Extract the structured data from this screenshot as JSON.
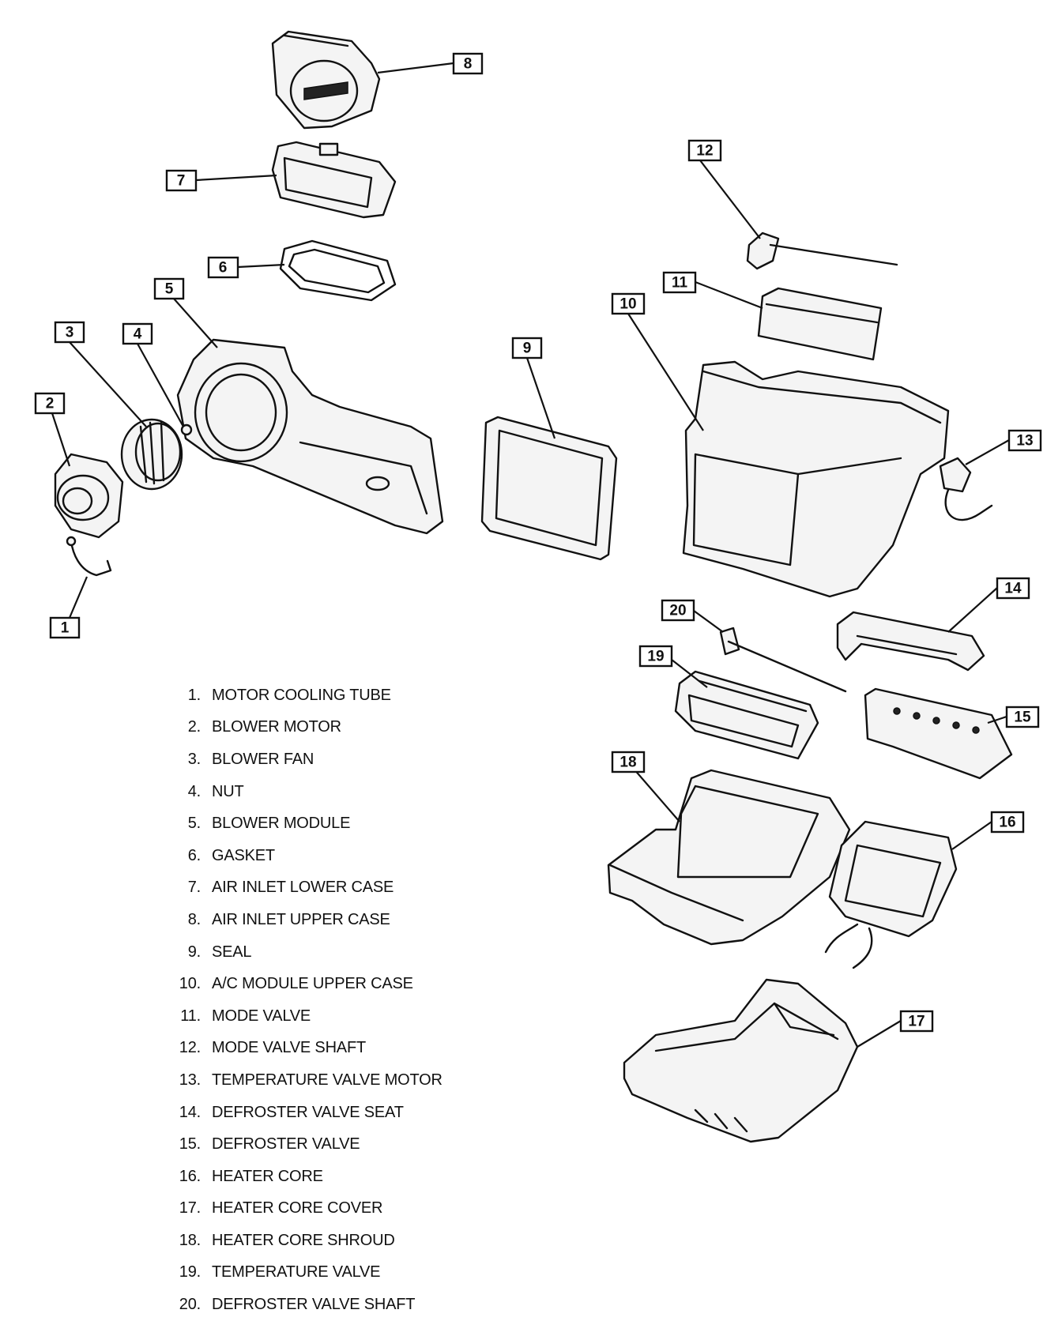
{
  "callouts": [
    "1",
    "2",
    "3",
    "4",
    "5",
    "6",
    "7",
    "8",
    "9",
    "10",
    "11",
    "12",
    "13",
    "14",
    "15",
    "16",
    "17",
    "18",
    "19",
    "20"
  ],
  "legend": [
    {
      "num": "1.",
      "label": "MOTOR COOLING TUBE"
    },
    {
      "num": "2.",
      "label": "BLOWER MOTOR"
    },
    {
      "num": "3.",
      "label": "BLOWER FAN"
    },
    {
      "num": "4.",
      "label": "NUT"
    },
    {
      "num": "5.",
      "label": "BLOWER MODULE"
    },
    {
      "num": "6.",
      "label": "GASKET"
    },
    {
      "num": "7.",
      "label": "AIR INLET LOWER CASE"
    },
    {
      "num": "8.",
      "label": "AIR INLET UPPER CASE"
    },
    {
      "num": "9.",
      "label": "SEAL"
    },
    {
      "num": "10.",
      "label": "A/C MODULE UPPER CASE"
    },
    {
      "num": "11.",
      "label": "MODE VALVE"
    },
    {
      "num": "12.",
      "label": "MODE VALVE SHAFT"
    },
    {
      "num": "13.",
      "label": "TEMPERATURE VALVE MOTOR"
    },
    {
      "num": "14.",
      "label": "DEFROSTER VALVE SEAT"
    },
    {
      "num": "15.",
      "label": "DEFROSTER VALVE"
    },
    {
      "num": "16.",
      "label": "HEATER CORE"
    },
    {
      "num": "17.",
      "label": "HEATER CORE COVER"
    },
    {
      "num": "18.",
      "label": "HEATER CORE SHROUD"
    },
    {
      "num": "19.",
      "label": "TEMPERATURE VALVE"
    },
    {
      "num": "20.",
      "label": "DEFROSTER VALVE SHAFT"
    }
  ]
}
